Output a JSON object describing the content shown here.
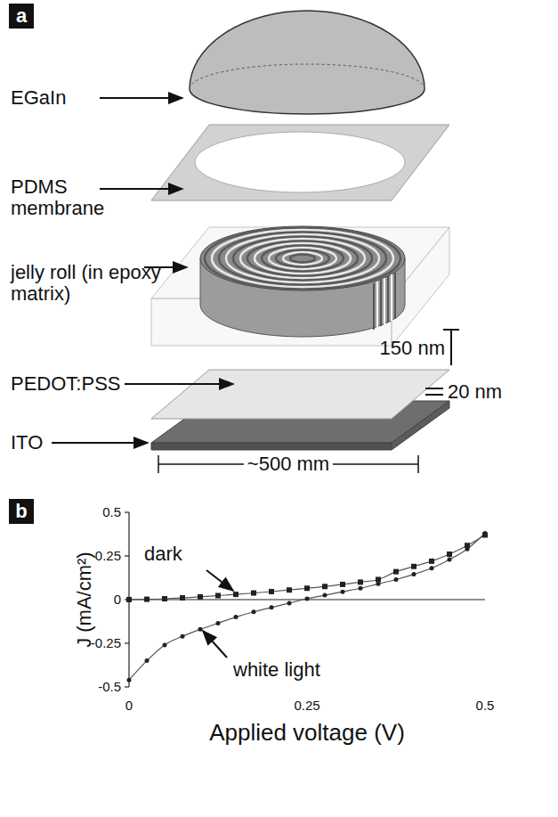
{
  "diagram": {
    "nodes": [
      {
        "text": [
          "a"
        ]
      },
      {
        "text": [
          "b"
        ]
      }
    ],
    "labels": [
      "EGaIn",
      "PDMS membrane",
      "jelly roll (in epoxy matrix)",
      "150 nm",
      "PEDOT:PSS",
      "20 nm",
      "ITO",
      "~500 mm",
      "0.5",
      "0.25",
      "0",
      "-0.25",
      "-0.5",
      "J (mA/cm²)",
      "0",
      "0.25",
      "0.5",
      "Applied voltage (V)",
      "dark",
      "white light"
    ]
  }
}
